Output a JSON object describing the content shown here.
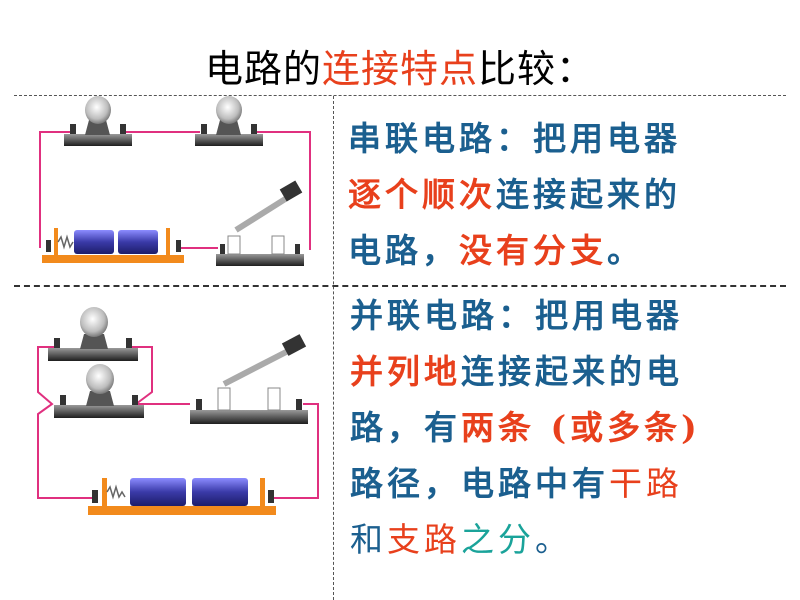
{
  "title": {
    "prefix": "电路的",
    "highlight": "连接特点",
    "suffix": "比较："
  },
  "series": {
    "line1": "串联电路：把用电器",
    "line2_red": "逐个顺次",
    "line2_rest": "连接起来的",
    "line3_a": "电路，",
    "line3_red": "没有分支",
    "line3_end": "。"
  },
  "parallel": {
    "line1": "并联电路：把用电器",
    "line2_red": "并列地",
    "line2_rest": "连接起来的电",
    "line3_a": "路，有",
    "line3_red": "两条 (或多条)",
    "line4_a": "路径，电路中有",
    "line4_red": "干路",
    "line5_a": "和",
    "line5_red": "支路",
    "line5_teal": "之分",
    "line5_end": "。"
  },
  "colors": {
    "title": "#000000",
    "highlight": "#e8401c",
    "body_text": "#1b5f8f",
    "teal": "#1aa39a",
    "wire": "#e0307f",
    "base_orange": "#f28a1c",
    "battery": "#3a3aa8"
  }
}
